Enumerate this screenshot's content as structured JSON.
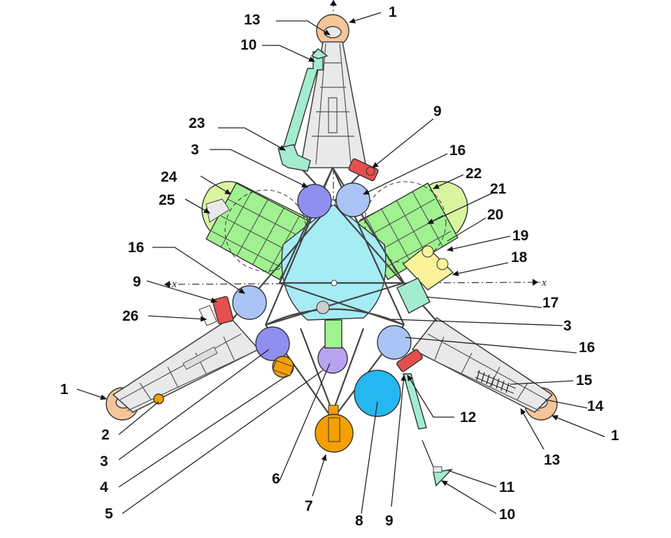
{
  "axis_labels": {
    "plus_x": "+x",
    "minus_x": "−x"
  },
  "callouts": [
    "1",
    "2",
    "3",
    "4",
    "5",
    "6",
    "7",
    "8",
    "9",
    "10",
    "11",
    "12",
    "13",
    "14",
    "15",
    "16",
    "17",
    "18",
    "19",
    "20",
    "21",
    "22",
    "23",
    "24",
    "25",
    "26"
  ],
  "colors": {
    "footpad": "#f5c59a",
    "solar_panel": "#9ff28f",
    "solar_panel_pale": "#d9f5a0",
    "tank_blue": "#8f8ff0",
    "tank_light": "#a9c4f5",
    "central_tank": "#a6ecf4",
    "instrument_red": "#e4504d",
    "instrument_green": "#a3ecd0",
    "device_yellow": "#fbf39b",
    "orange_unit": "#f3a000",
    "sphere_blue": "#25b7ef",
    "violet_tank": "#b9a3f0",
    "frame_gray": "#e9e9e9"
  }
}
